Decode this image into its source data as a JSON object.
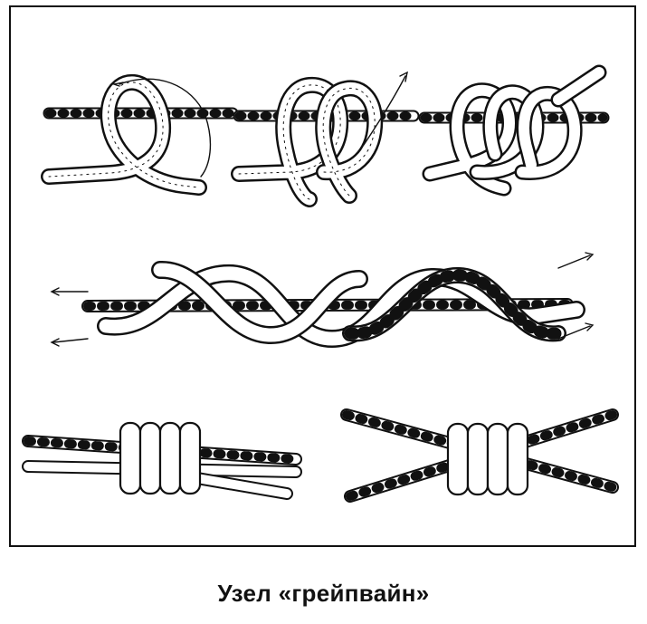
{
  "caption": "Узел «грейпвайн»",
  "colors": {
    "ink": "#111111",
    "paper": "#ffffff"
  },
  "illustrations": [
    {
      "name": "step-1-first-rope-wrap"
    },
    {
      "name": "step-2-double-wrap"
    },
    {
      "name": "step-3-opposite-wrap"
    },
    {
      "name": "step-4-tightening"
    },
    {
      "name": "finished-knot-parallel"
    },
    {
      "name": "finished-knot-crossed"
    }
  ]
}
